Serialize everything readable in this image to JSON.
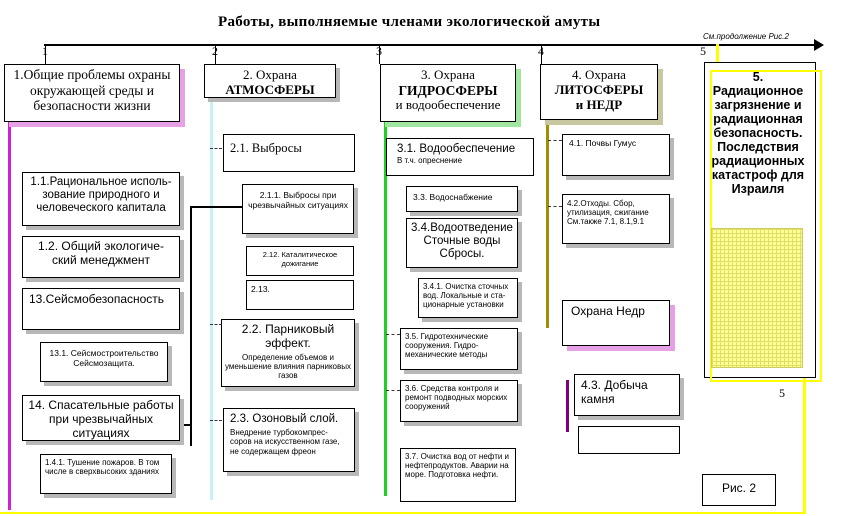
{
  "title": "Работы, выполняемые членами экологической амуты",
  "continuation_note": "См.продолжение Рис.2",
  "numbers": [
    "1",
    "2",
    "3",
    "4",
    "5",
    "5"
  ],
  "col1": {
    "header": "1.Общие проблемы охраны окружающей среды и безопасности жизни",
    "items": [
      "1.1.Рациональное исполь-зование природного и человеческого капитала",
      "1.2. Общий экологиче-ский менеджмент",
      "13.Сейсмобезопасность",
      "13.1. Сейсмостроительство Сейсмозащита.",
      "14. Спасательные работы при чрезвычайных ситуациях",
      "1.4.1. Тушение пожаров. В том числе в сверхвысоких зданиях"
    ]
  },
  "col2": {
    "header_line1": "2. Охрана",
    "header_line2": "АТМОСФЕРЫ",
    "items": [
      "2.1. Выбросы",
      "2.1.1. Выбросы при чрезвычайных ситуациях",
      "2.12. Каталитическое дожигание",
      "2.13.",
      "2.2. Парниковый эффект.",
      "Определение объемов и уменьшение влияния парниковых газов",
      "2.3. Озоновый слой.",
      "Внедрение турбокомпрес-соров на искусственном газе, не содержащем фреон"
    ]
  },
  "col3": {
    "header_line1": "3. Охрана",
    "header_line2": "ГИДРОСФЕРЫ",
    "header_line3": "и водообеспечение",
    "items": [
      "3.1. Водообеспечение",
      "В т.ч. опреснение",
      "3.3. Водоснабжение",
      "3.4.Водоотведение Сточные воды Сбросы.",
      "3.4.1. Очистка сточных вод. Локальные и ста-ционарные установки",
      "3.5. Гидротехнические сооружения. Гидро-механические методы",
      "3.6. Средства контроля и ремонт подводных морских сооружений",
      "3.7. Очистка вод от нефти и нефтепродуктов. Аварии на море. Подготовка нефти."
    ]
  },
  "col4": {
    "header_line1": "4. Охрана",
    "header_line2": "ЛИТОСФЕРЫ",
    "header_line3": "и НЕДР",
    "items": [
      "4.1. Почвы Гумус",
      "4.2.Отходы. Сбор, утилизация, сжигание См.также 7.1, 8.1,9.1",
      "Охрана Недр",
      "4.3. Добыча камня"
    ]
  },
  "col5": {
    "header": "5. Радиационное загрязнение и радиационная безопасность. Последствия радиационных катастроф для Израиля"
  },
  "figure_label": "Рис. 2",
  "colors": {
    "magenta": "#d020d0",
    "cyan": "#c8f0f8",
    "green": "#20d020",
    "olive": "#a09000",
    "yellow": "#ffff00",
    "purple": "#800080"
  }
}
